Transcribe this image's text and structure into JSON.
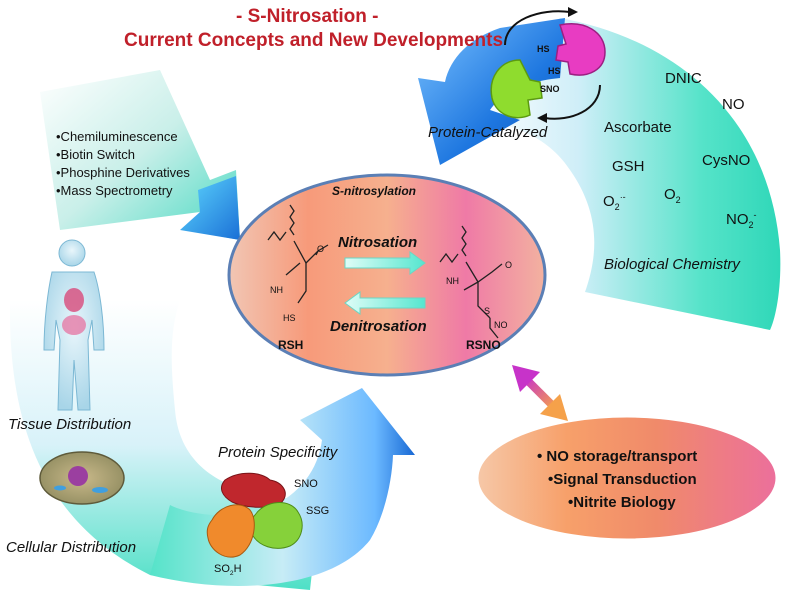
{
  "title": {
    "line1": "- S-Nitrosation -",
    "line2": "Current Concepts and New Developments"
  },
  "methods": [
    "•Chemiluminescence",
    "•Biotin Switch",
    "•Phosphine Derivatives",
    "•Mass Spectrometry"
  ],
  "center": {
    "heading": "S-nitrosylation",
    "forward": "Nitrosation",
    "reverse": "Denitrosation",
    "left_label": "RSH",
    "right_label": "RSNO",
    "left_groups": {
      "nh": "NH",
      "o": "O",
      "hs": "HS"
    },
    "right_groups": {
      "nh": "NH",
      "o": "O",
      "s": "S",
      "no": "NO"
    }
  },
  "protein_catalyzed": {
    "label": "Protein-Catalyzed",
    "groups": [
      "HS",
      "HS",
      "SNO"
    ]
  },
  "biological_chemistry": {
    "label": "Biological Chemistry",
    "species": {
      "dnic": "DNIC",
      "no": "NO",
      "ascorbate": "Ascorbate",
      "cysno": "CysNO",
      "gsh": "GSH",
      "o2": "O",
      "o2_sub": "2",
      "o2rad": "O",
      "o2rad_sub": "2",
      "o2rad_sup": "·-",
      "no2": "NO",
      "no2_sub": "2",
      "no2_sup": "-"
    }
  },
  "distribution": {
    "tissue": "Tissue Distribution",
    "cellular": "Cellular Distribution"
  },
  "protein_specificity": {
    "label": "Protein Specificity",
    "sno": "SNO",
    "ssg": "SSG",
    "so2h": "SO",
    "so2h_sub": "2",
    "so2h_end": "H"
  },
  "functions": [
    "• NO storage/transport",
    "•Signal Transduction",
    "•Nitrite Biology"
  ],
  "colors": {
    "title": "#c0202a",
    "arrow_blue": "#1a6fd6",
    "arrow_teal": "#3fe0c8",
    "ellipse_peach": "#f6a27a",
    "ellipse_pink": "#ef7aa6",
    "purple_arrow": "#c733c9",
    "orange_arrow": "#f5a14a"
  }
}
